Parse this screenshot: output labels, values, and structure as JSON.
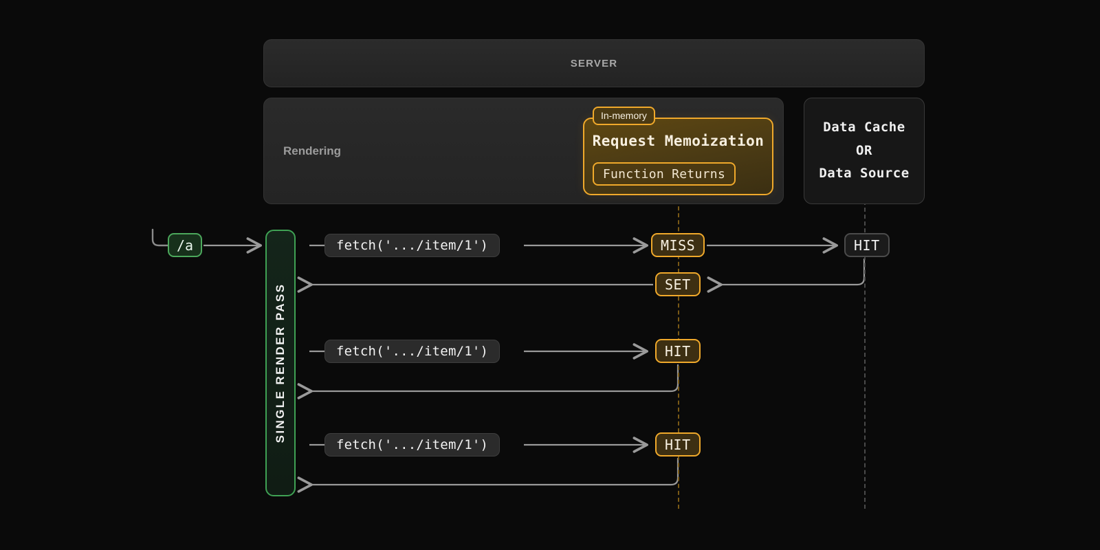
{
  "server": {
    "label": "SERVER"
  },
  "rendering": {
    "label": "Rendering"
  },
  "memoization": {
    "badge": "In-memory",
    "title": "Request Memoization",
    "sub": "Function Returns"
  },
  "data_cache": {
    "line1": "Data Cache",
    "line2": "OR",
    "line3": "Data Source"
  },
  "route": {
    "label": "/a"
  },
  "render_pass": {
    "label": "SINGLE RENDER PASS"
  },
  "rows": [
    {
      "fetch": "fetch('.../item/1')",
      "memo_status": "MISS",
      "return_status": "SET",
      "cache_status": "HIT"
    },
    {
      "fetch": "fetch('.../item/1')",
      "memo_status": "HIT"
    },
    {
      "fetch": "fetch('.../item/1')",
      "memo_status": "HIT"
    }
  ],
  "icons": {
    "arrow_right": "arrow-right-icon",
    "arrow_left": "arrow-left-icon",
    "entry_elbow": "entry-elbow-icon"
  },
  "colors": {
    "background": "#0a0a0a",
    "amber": "#f0a92b",
    "green": "#3fa254",
    "wire_gray": "#9a9a9a",
    "panel": "#2a2a2a",
    "panel_border": "#343434"
  }
}
